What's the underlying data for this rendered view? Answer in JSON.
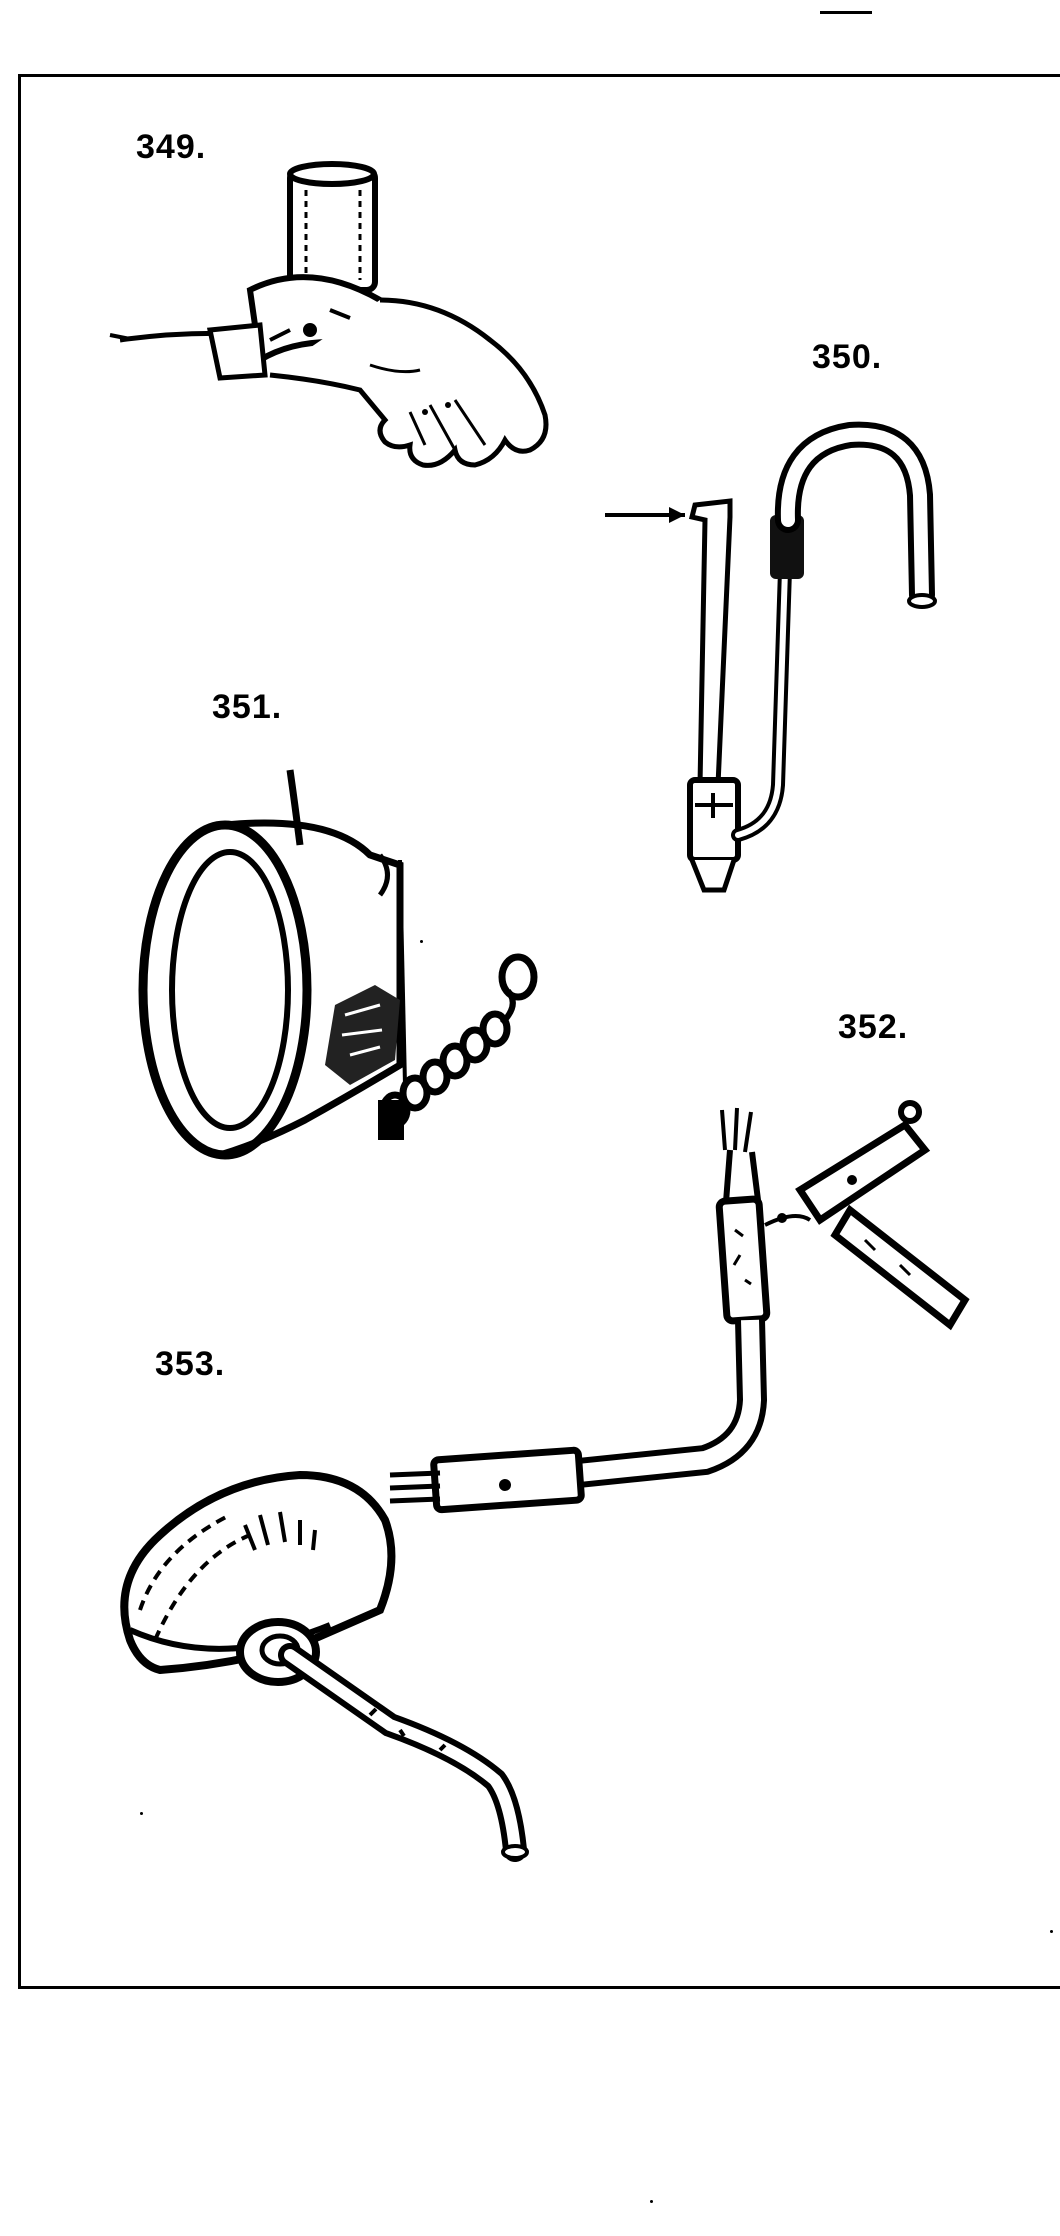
{
  "figures": [
    {
      "label": "349.",
      "icon": "wrist-strap-sensor-icon"
    },
    {
      "label": "350.",
      "icon": "hook-probe-icon"
    },
    {
      "label": "351.",
      "icon": "ring-coil-sensor-icon"
    },
    {
      "label": "352.",
      "icon": "angled-probe-plug-icon"
    },
    {
      "label": "353.",
      "icon": "cup-probe-cable-icon"
    }
  ]
}
